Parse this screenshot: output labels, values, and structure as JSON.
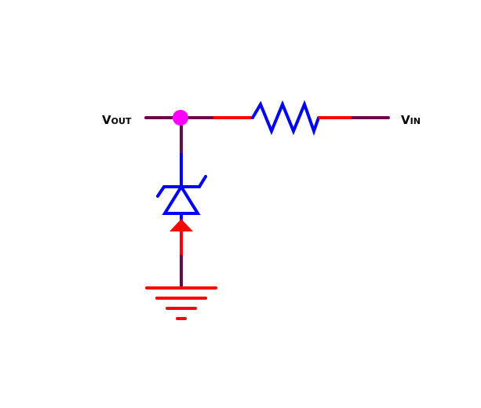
{
  "labels": {
    "vout_main": "V",
    "vout_sub": "OUT",
    "vin_main": "V",
    "vin_sub": "IN"
  },
  "colors": {
    "wire": "#6b0a4a",
    "current": "#ff0000",
    "component": "#0000ff",
    "node": "#ff00ff",
    "ground": "#ff0000"
  },
  "components": {
    "resistor": "resistor-icon",
    "zener": "zener-diode-icon",
    "ground": "ground-icon",
    "arrow": "current-arrow-icon"
  }
}
